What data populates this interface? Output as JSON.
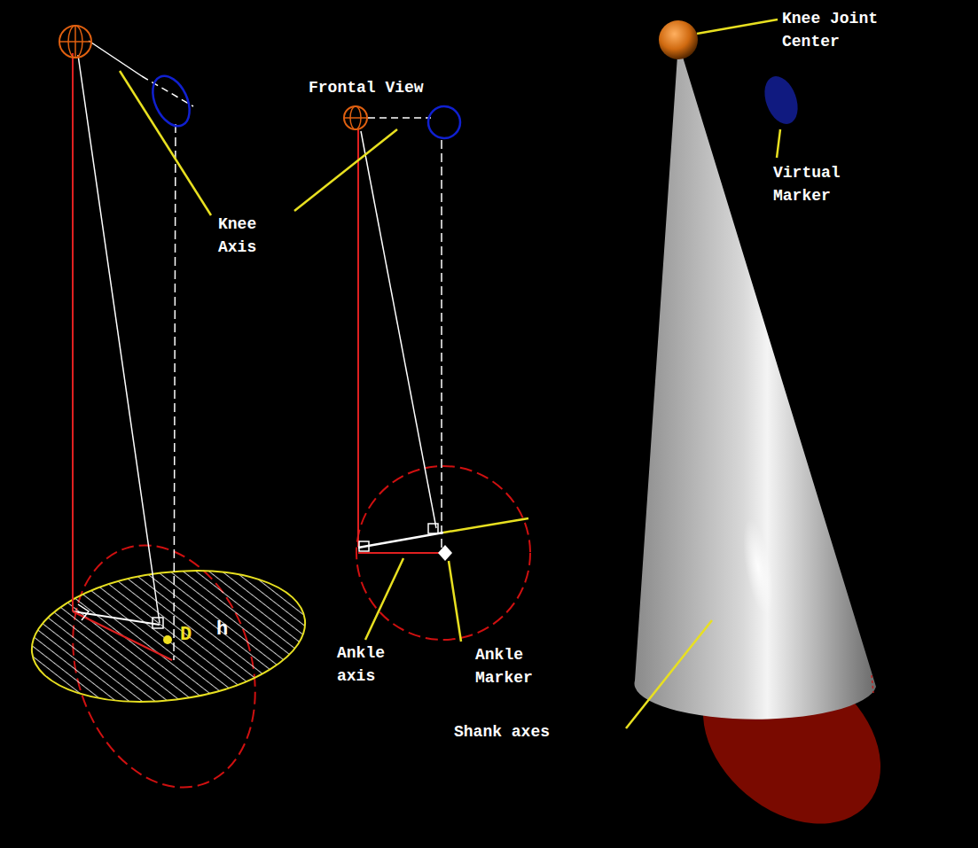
{
  "diagram": {
    "labels": [
      "Knee Joint Center",
      "Virtual Marker",
      "Frontal View",
      "Knee Axis",
      "h",
      "D",
      "Ankle axis",
      "Ankle Marker",
      "Shank axes"
    ]
  }
}
